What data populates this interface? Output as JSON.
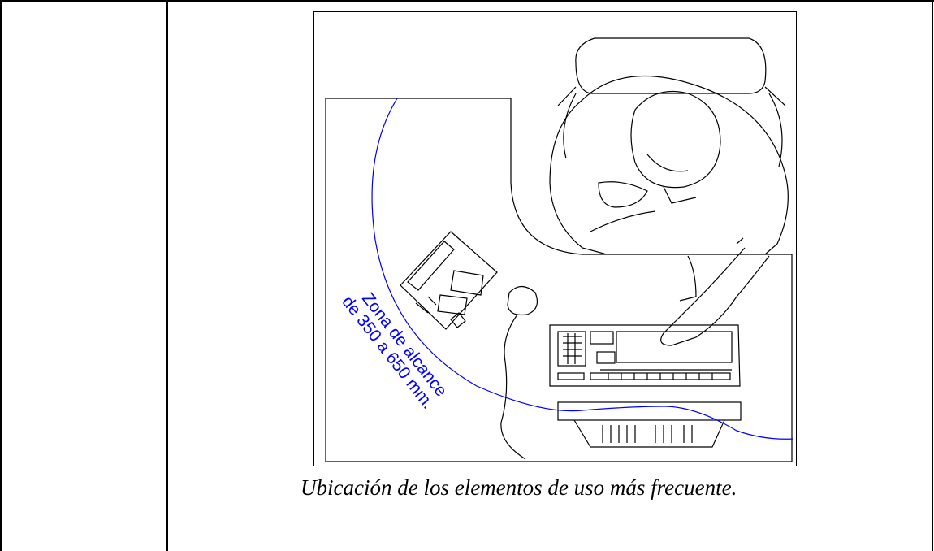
{
  "figure": {
    "zone_label_line1": "Zona de alcance",
    "zone_label_line2": "de 350 a 650 mm.",
    "reach_zone_color": "#0000ff",
    "line_color": "#000000"
  },
  "caption": "Ubicación de los elementos de uso más frecuente."
}
